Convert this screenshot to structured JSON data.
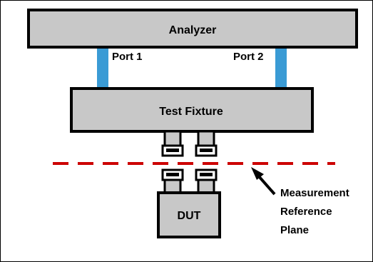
{
  "diagram": {
    "analyzer_label": "Analyzer",
    "port1_label": "Port 1",
    "port2_label": "Port 2",
    "fixture_label": "Test Fixture",
    "dut_label": "DUT",
    "annotation": {
      "line1": "Measurement",
      "line2": "Reference",
      "line3": "Plane"
    }
  },
  "colors": {
    "box_fill": "#c8c8c8",
    "port_cable": "#3a9bd5",
    "reference_plane": "#cc0000",
    "outline": "#000000"
  }
}
